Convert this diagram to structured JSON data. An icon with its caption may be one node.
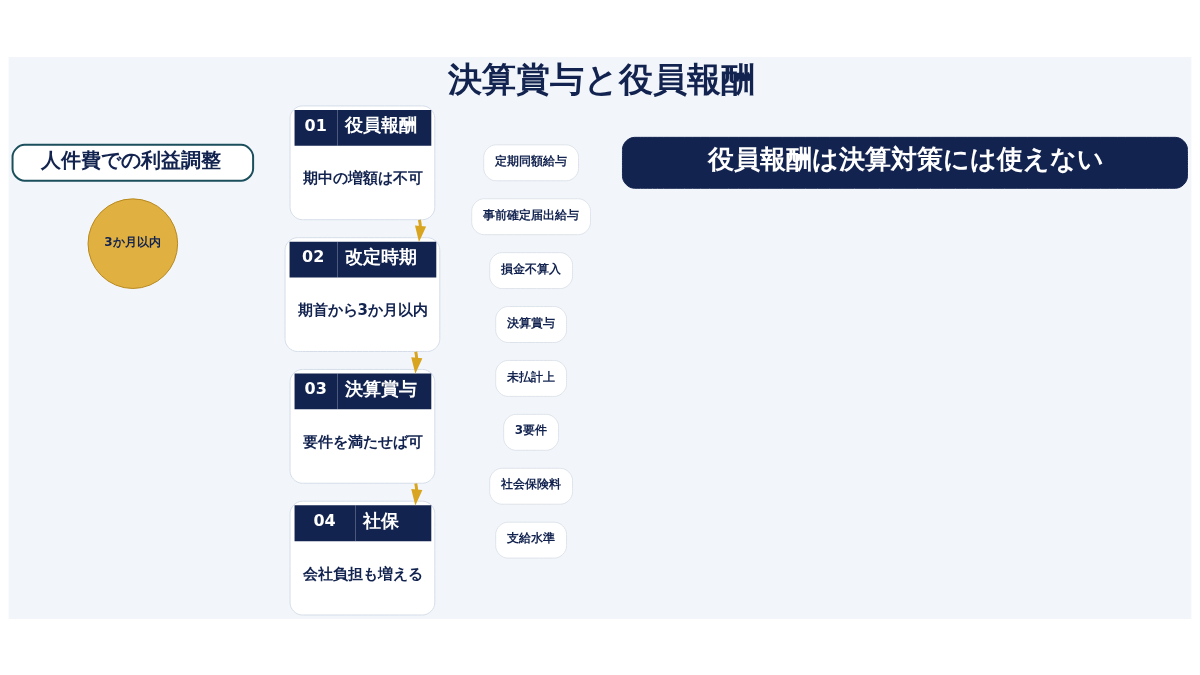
{
  "diagram": {
    "title": "決算賞与と役員報酬",
    "nodes": [
      {
        "text": [
          "人件費での利益調整"
        ]
      },
      {
        "text": [
          "3か月以内"
        ]
      },
      {
        "text": [
          "01",
          "役員報酬",
          "期中の増額は不可"
        ]
      },
      {
        "text": [
          "02",
          "改定時期",
          "期首から3か月以内"
        ]
      },
      {
        "text": [
          "03",
          "決算賞与",
          "要件を満たせば可"
        ]
      },
      {
        "text": [
          "04",
          "社保",
          "会社負担も増える"
        ]
      },
      {
        "text": [
          "定期同額給与"
        ]
      },
      {
        "text": [
          "事前確定届出給与"
        ]
      },
      {
        "text": [
          "損金不算入"
        ]
      },
      {
        "text": [
          "決算賞与"
        ]
      },
      {
        "text": [
          "未払計上"
        ]
      },
      {
        "text": [
          "3要件"
        ]
      },
      {
        "text": [
          "社会保険料"
        ]
      },
      {
        "text": [
          "支給水準"
        ]
      },
      {
        "text": [
          "役員報酬は決算対策には使えない"
        ]
      }
    ],
    "edges": [
      {
        "from": 2,
        "to": 3,
        "arrow": "to"
      },
      {
        "from": 3,
        "to": 4,
        "arrow": "to"
      },
      {
        "from": 4,
        "to": 5,
        "arrow": "to"
      }
    ]
  }
}
